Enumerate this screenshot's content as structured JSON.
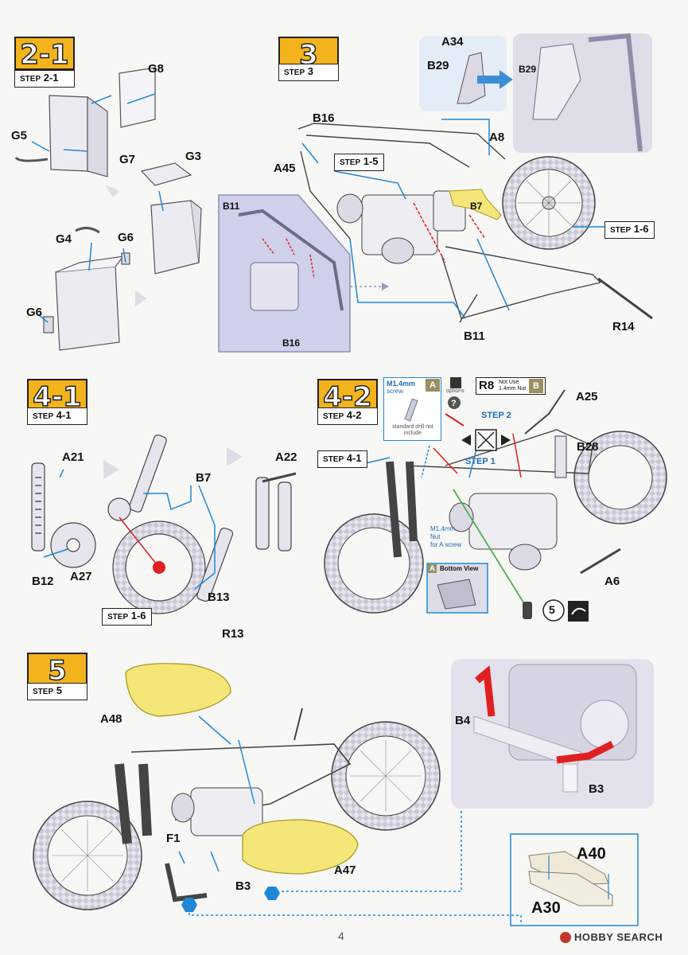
{
  "steps": {
    "s2_1": {
      "badge": "2-1",
      "label_prefix": "STEP",
      "label_num": "2-1"
    },
    "s3": {
      "badge": "3",
      "label_prefix": "STEP",
      "label_num": "3"
    },
    "s4_1": {
      "badge": "4-1",
      "label_prefix": "STEP",
      "label_num": "4-1"
    },
    "s4_2": {
      "badge": "4-2",
      "label_prefix": "STEP",
      "label_num": "4-2"
    },
    "s5": {
      "badge": "5",
      "label_prefix": "STEP",
      "label_num": "5"
    }
  },
  "refs": {
    "step_1_5": {
      "prefix": "STEP",
      "num": "1-5"
    },
    "step_1_6a": {
      "prefix": "STEP",
      "num": "1-6"
    },
    "step_1_6b": {
      "prefix": "STEP",
      "num": "1-6"
    },
    "step_4_1": {
      "prefix": "STEP",
      "num": "4-1"
    }
  },
  "parts_2_1": [
    "G8",
    "G5",
    "G7",
    "G3",
    "G4",
    "G6",
    "G6"
  ],
  "parts_3": [
    "A34",
    "B29",
    "B29",
    "B16",
    "A8",
    "A45",
    "B11",
    "B7",
    "B16",
    "B11",
    "R14"
  ],
  "parts_4_1": [
    "A21",
    "B7",
    "A22",
    "B12",
    "A27",
    "B13",
    "R13"
  ],
  "parts_4_2": [
    "A25",
    "B28",
    "A6"
  ],
  "screw_box": {
    "title": "M1.4mm",
    "sub": "screw",
    "tag": "A",
    "note": "standard drill not include"
  },
  "options_label": "options",
  "r8_box": {
    "part": "R8",
    "note_line1": "Not Use",
    "note_line2": "1.4mm Nut",
    "tag": "B"
  },
  "step_arrows": {
    "step1": "STEP 1",
    "step2": "STEP 2"
  },
  "nut_note": {
    "line1": "M1.4mm",
    "line2": "Nut",
    "line3": "for A screw"
  },
  "bottom_view": {
    "tag": "A",
    "label": "Bottom View"
  },
  "circled_num": "5",
  "parts_5": [
    "A48",
    "F1",
    "B3",
    "A47",
    "B4",
    "B3",
    "A40",
    "A30"
  ],
  "page_number": "4",
  "watermark": "HOBBY SEARCH",
  "colors": {
    "badge": "#f2b31c",
    "part_fill": "#dcd8e4",
    "highlight": "#f5e67a",
    "red": "#e02020",
    "blue": "#1e88d8",
    "green": "#4caf50"
  }
}
